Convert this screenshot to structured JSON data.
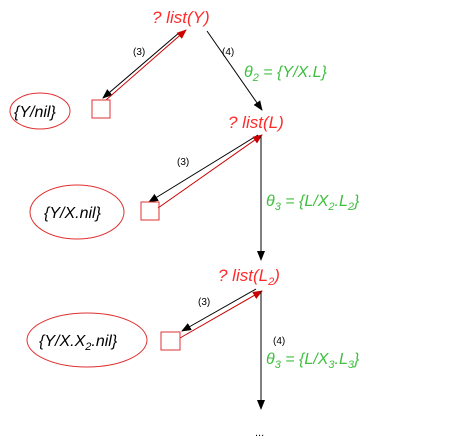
{
  "goals": [
    {
      "text": "? list(Y)",
      "sub": ""
    },
    {
      "text": "? list(L)",
      "sub": ""
    },
    {
      "text": "? list(L",
      "sub": "2",
      "tail": ")"
    }
  ],
  "solutions": [
    {
      "text": "{Y/nil}"
    },
    {
      "text": "{Y/X.nil}"
    },
    {
      "pre": "{Y/X.X",
      "sub": "2",
      "post": ".nil}"
    }
  ],
  "substitutions": [
    {
      "theta_sub": "2",
      "body": " = {Y/X.L}"
    },
    {
      "theta_sub": "3",
      "pre": " = {L/X",
      "mid_sub": "2",
      "mid": ".L",
      "end_sub": "2",
      "post": "}"
    },
    {
      "theta_sub": "3",
      "pre": " = {L/X",
      "mid_sub": "3",
      "mid": ".L",
      "end_sub": "3",
      "post": "}"
    }
  ],
  "theta_symbol": "θ",
  "rule_labels": {
    "r1_fail": "(3)",
    "r1_step": "(4)",
    "r2_fail": "(3)",
    "r3_fail": "(3)",
    "r3_step": "(4)"
  },
  "ellipsis": "...",
  "colors": {
    "goal": "#ff2b2b",
    "theta": "#3fbf3f",
    "arrow": "#000000",
    "backtrack": "#cc0000"
  }
}
